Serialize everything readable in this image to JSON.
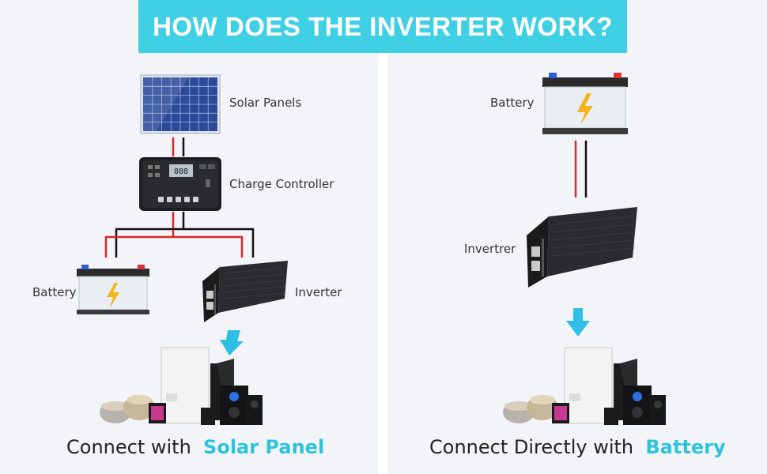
{
  "header": {
    "title": "HOW DOES THE INVERTER WORK?"
  },
  "left": {
    "solar_label": "Solar Panels",
    "controller_label": "Charge Controller",
    "battery_label": "Battery",
    "inverter_label": "Inverter",
    "caption_prefix": "Connect with",
    "caption_highlight": "Solar Panel"
  },
  "right": {
    "battery_label": "Battery",
    "inverter_label": "Invertrer",
    "caption_prefix": "Connect Directly with",
    "caption_highlight": "Battery"
  },
  "colors": {
    "accent": "#3fd0e4",
    "wire_red": "#d8282a",
    "wire_black": "#111111",
    "arrow": "#2fbfe6"
  }
}
